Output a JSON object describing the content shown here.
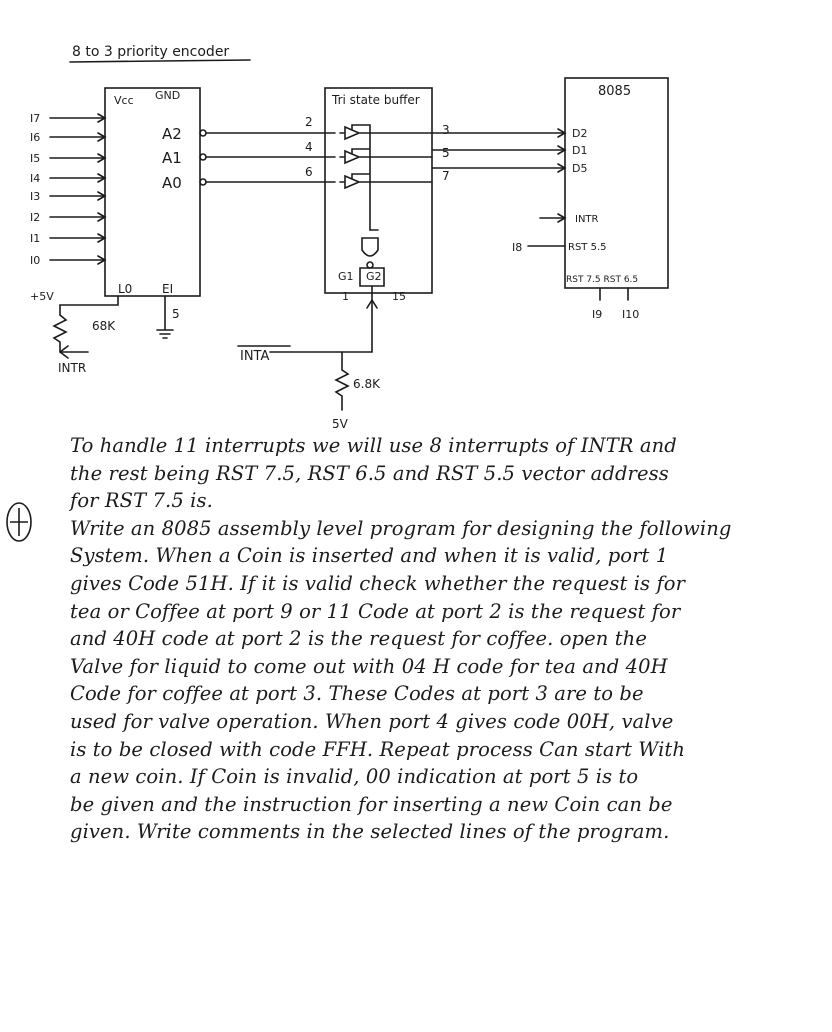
{
  "diagram": {
    "encoder_title": "8 to 3 priority encoder",
    "encoder": {
      "vcc": "Vcc",
      "gnd": "GND",
      "out_a2": "A2",
      "out_a1": "A1",
      "out_a0": "A0",
      "l0": "L0",
      "ei": "EI",
      "ei_pin": "5"
    },
    "input_labels": [
      "I7",
      "I6",
      "I5",
      "I4",
      "I3",
      "I2",
      "I1",
      "I0"
    ],
    "supply": "+5V",
    "resistor1": "68K",
    "intr_out": "INTR",
    "buffer_title": "Tri state buffer",
    "buffer_pins_in": [
      "2",
      "4",
      "6"
    ],
    "buffer_pins_out": [
      "3",
      "5",
      "7"
    ],
    "buffer_g1": "G1",
    "buffer_g2": "G2",
    "buffer_g1_pin": "1",
    "buffer_g2_pin": "15",
    "inta": "INTA",
    "resistor2": "6.8K",
    "supply2": "5V",
    "cpu_title": "8085",
    "cpu_pins": [
      "D2",
      "D1",
      "D5",
      "INTR",
      "RST 5.5",
      "RST 7.5  RST 6.5"
    ],
    "cpu_rst55_input": "I8",
    "cpu_bottom": [
      "I9",
      "I10"
    ]
  },
  "text_lines": [
    "To handle 11 interrupts we will use 8 interrupts of INTR and",
    "the rest being RST 7.5, RST 6.5 and RST 5.5 vector address",
    "for RST 7.5 is.",
    "Write an 8085 assembly level program for designing the following",
    "System. When a Coin is inserted and when it is valid, port 1",
    "gives Code 51H. If it is valid check whether the request is for",
    "tea or Coffee at port 9 or 11 Code at port 2 is the request for",
    "and 40H code at port 2 is the request for coffee. open the",
    "Valve for liquid to come out with 04 H code for tea and 40H",
    "Code for coffee at port 3. These Codes at port 3 are to be",
    "used for valve operation. When port 4 gives code 00H, valve",
    "is to be closed with code FFH. Repeat process Can start With",
    "a new coin. If Coin is invalid, 00 indication at port 5 is to",
    "be given and the instruction for inserting a new Coin can be",
    "given. Write comments in the selected lines of the program."
  ],
  "margin_mark_icon": "plus-in-circle-icon"
}
